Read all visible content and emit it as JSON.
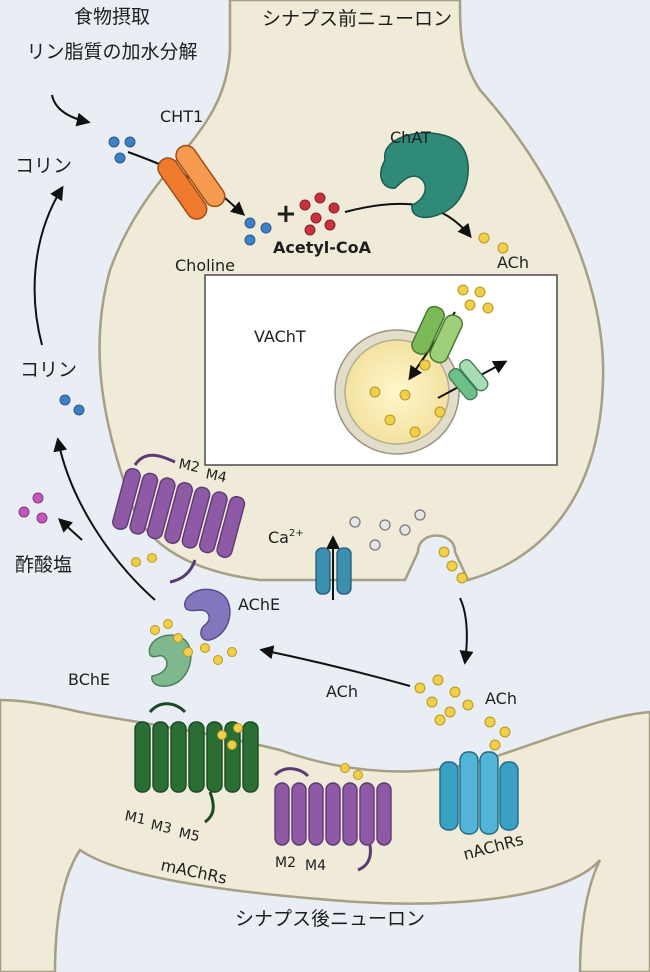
{
  "labels": {
    "food_intake": "食物摂取",
    "phospholipid_hydrolysis": "リン脂質の加水分解",
    "presynaptic_neuron": "シナプス前ニューロン",
    "postsynaptic_neuron": "シナプス後ニューロン",
    "cht1": "CHT1",
    "choline_jp_top": "コリン",
    "choline_jp_mid": "コリン",
    "choline_en": "Choline",
    "plus": "+",
    "acetyl_coa": "Acetyl-CoA",
    "chat": "ChAT",
    "ach_synth": "ACh",
    "vacht": "VAChT",
    "m2_top": "M2",
    "m4_top": "M4",
    "acetate": "酢酸塩",
    "ca": "Ca",
    "ca_sup": "2+",
    "ache": "AChE",
    "bche": "BChE",
    "ach_cleft": "ACh",
    "ach_release": "ACh",
    "m1": "M1",
    "m3": "M3",
    "m5": "M5",
    "machrs": "mAChRs",
    "m2_bottom": "M2",
    "m4_bottom": "M4",
    "nachrs": "nAChRs"
  },
  "colors": {
    "background": "#e9eef4",
    "neuron_fill": "#efebd8",
    "neuron_stroke": "#a69f86",
    "choline_dot": "#3f7fc4",
    "acetyl_dot": "#c8323c",
    "ach_dot": "#f2cf4a",
    "acetate_dot": "#c158c0",
    "cht1": "#f07a2e",
    "chat": "#2f8a78",
    "vacht": "#7cb957",
    "m2m4_receptor": "#8e5aa6",
    "m1m3m5_receptor": "#2a6e34",
    "nachr": "#3aa0c4",
    "ca_channel": "#3b8fb0",
    "ache": "#8476bc",
    "bche": "#7fb88f"
  }
}
